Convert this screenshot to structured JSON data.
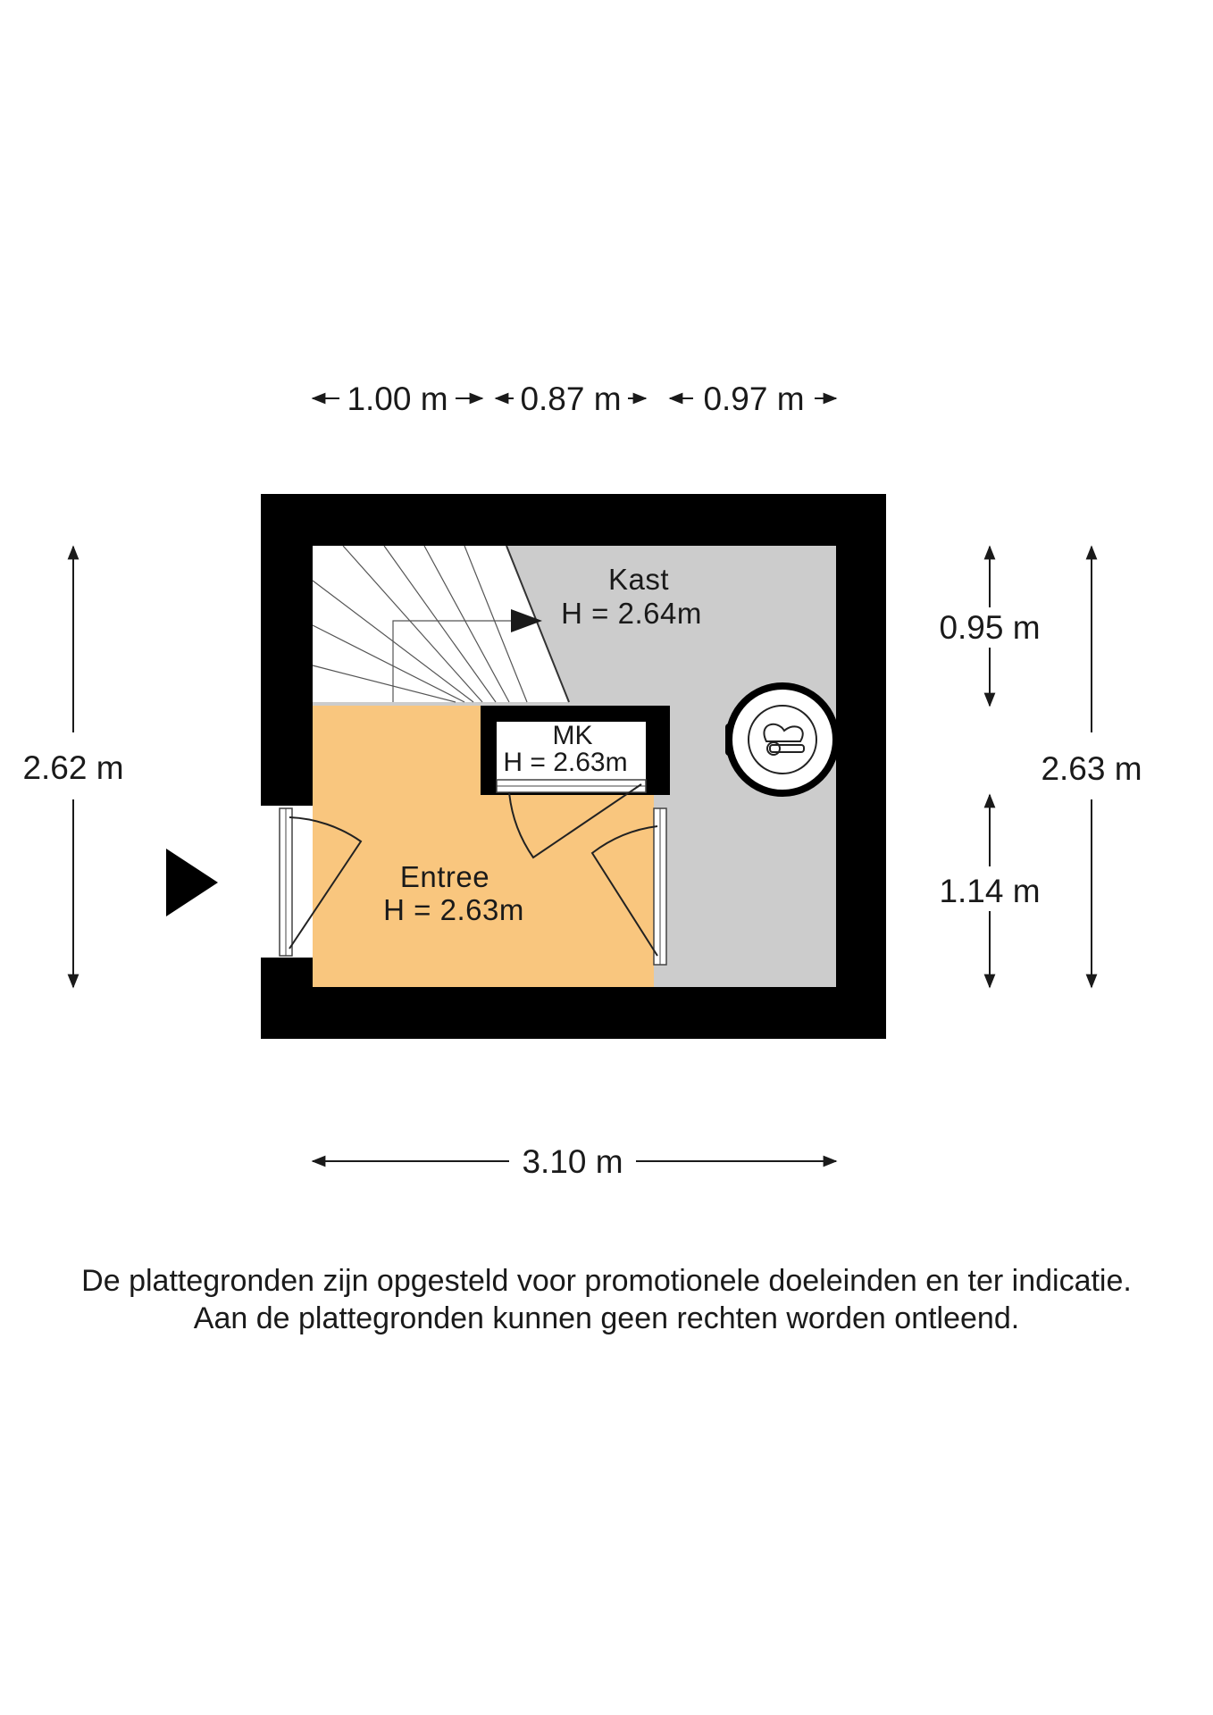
{
  "dimensions": {
    "top": [
      "1.00 m",
      "0.87 m",
      "0.97 m"
    ],
    "bottom": "3.10 m",
    "left": "2.62 m",
    "right_outer": "2.63 m",
    "right_upper": "0.95 m",
    "right_lower": "1.14 m"
  },
  "rooms": {
    "kast": {
      "name": "Kast",
      "height": "H = 2.64m",
      "color": "#cccccc"
    },
    "entree": {
      "name": "Entree",
      "height": "H = 2.63m",
      "color": "#f9c67e"
    },
    "mk": {
      "name": "MK",
      "height": "H = 2.63m"
    }
  },
  "icons": [
    "entrance-arrow-icon",
    "boiler-icon",
    "stair-direction-arrow-icon"
  ],
  "disclaimer": {
    "line1": "De plattegronden zijn opgesteld voor promotionele doeleinden en ter indicatie.",
    "line2": "Aan de plattegronden kunnen geen rechten worden ontleend."
  }
}
